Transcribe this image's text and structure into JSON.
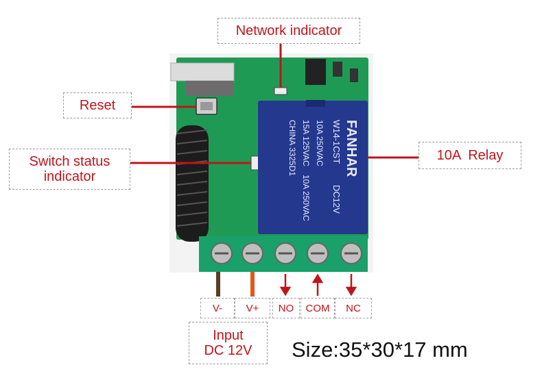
{
  "callouts": {
    "network_indicator": "Network indicator",
    "reset": "Reset",
    "switch_status": "Switch status indicator",
    "relay": "10A  Relay",
    "input_line1": "Input",
    "input_line2": "DC 12V"
  },
  "terminals": {
    "v_minus": "V-",
    "v_plus": "V+",
    "no": "NO",
    "com": "COM",
    "nc": "NC"
  },
  "size_text": "Size:35*30*17 mm",
  "relay_markings": {
    "brand": "FANHAR",
    "model": "W14-1CST",
    "coil": "DC12V",
    "rating1": "10A 250VAC",
    "rating2": "15A 125VAC",
    "rating3": "10A 250VAC",
    "origin": "CHINA 3325D1"
  },
  "colors": {
    "accent": "#c0141a",
    "pcb": "#1f9a55",
    "relay": "#24388e"
  }
}
